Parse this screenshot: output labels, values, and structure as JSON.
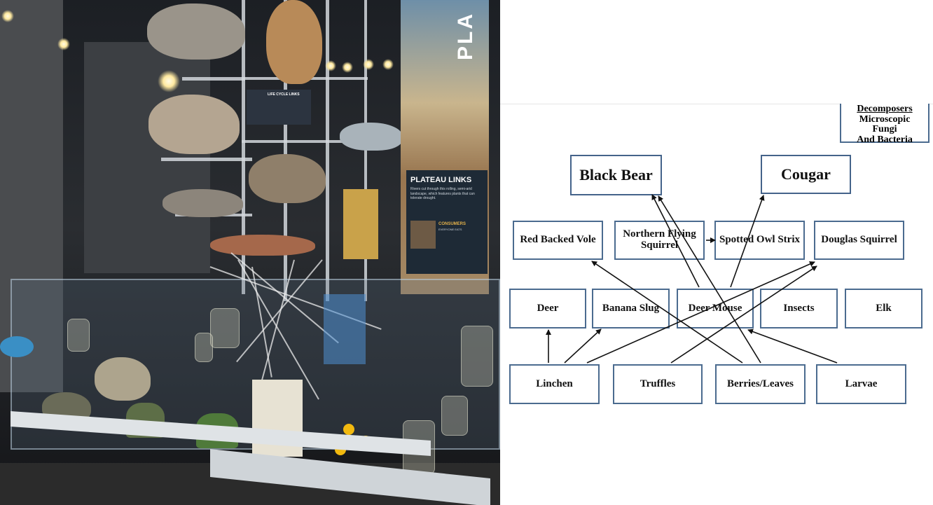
{
  "photo": {
    "title_vertical": "PLA",
    "panel_title": "PLATEAU LINKS",
    "panel_body": "Rivers cut through this rolling, semi-arid landscape, which features plants that can tolerate drought.",
    "consumers_title": "CONSUMERS",
    "consumers_sub": "EVERYONE EATS",
    "small_panel_title": "LIFE CYCLE LINKS"
  },
  "diagram": {
    "decomposers": {
      "title": "Decomposers",
      "lines": [
        "Microscopic",
        "Fungi",
        "And Bacteria"
      ]
    },
    "nodes": {
      "black_bear": "Black Bear",
      "cougar": "Cougar",
      "red_backed_vole": "Red Backed Vole",
      "northern_flying_squirrel": "Northern Flying Squirrel",
      "spotted_owl": "Spotted Owl Strix",
      "douglas_squirrel": "Douglas Squirrel",
      "deer": "Deer",
      "banana_slug": "Banana Slug",
      "deer_mouse": "Deer Mouse",
      "insects": "Insects",
      "elk": "Elk",
      "linchen": "Linchen",
      "truffles": "Truffles",
      "berries_leaves": "Berries/Leaves",
      "larvae": "Larvae"
    },
    "arrow_color": "#111111",
    "box_border_color": "#4b6b8f"
  }
}
